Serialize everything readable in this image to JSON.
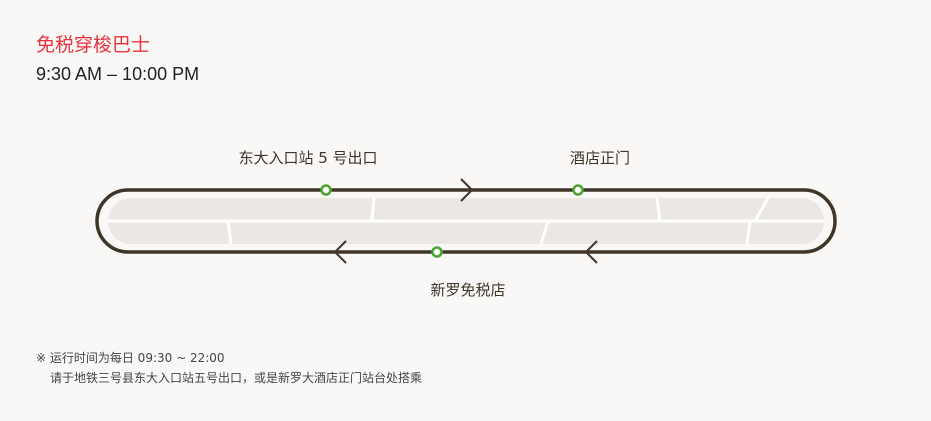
{
  "title": "免税穿梭巴士",
  "hours": "9:30 AM – 10:00 PM",
  "stops": [
    {
      "name": "东大入口站 5 号出口"
    },
    {
      "name": "酒店正门"
    },
    {
      "name": "新罗免税店"
    }
  ],
  "notes": {
    "line1": "※ 运行时间为每日 09:30 ~ 22:00",
    "line2": "请于地铁三号县东大入口站五号出口，或是新罗大酒店正门站台处搭乘"
  },
  "colors": {
    "title": "#e8323c",
    "track": "#3f3529",
    "stop": "#4aa52e",
    "road": "#ebe7e3"
  }
}
